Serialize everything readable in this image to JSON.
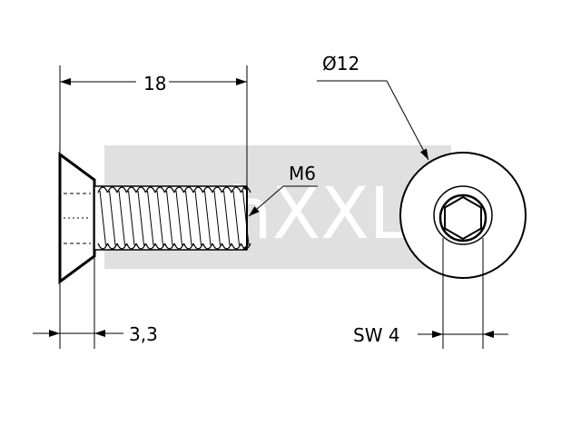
{
  "drawing": {
    "watermark": "TechXXL",
    "dimensions": {
      "length": "18",
      "diameter": "Ø12",
      "thread": "M6",
      "head_height": "3,3",
      "socket_size": "SW 4"
    }
  },
  "colors": {
    "line": "#000000",
    "watermark_band": "#e0e0e0",
    "watermark_text": "#ffffff"
  }
}
